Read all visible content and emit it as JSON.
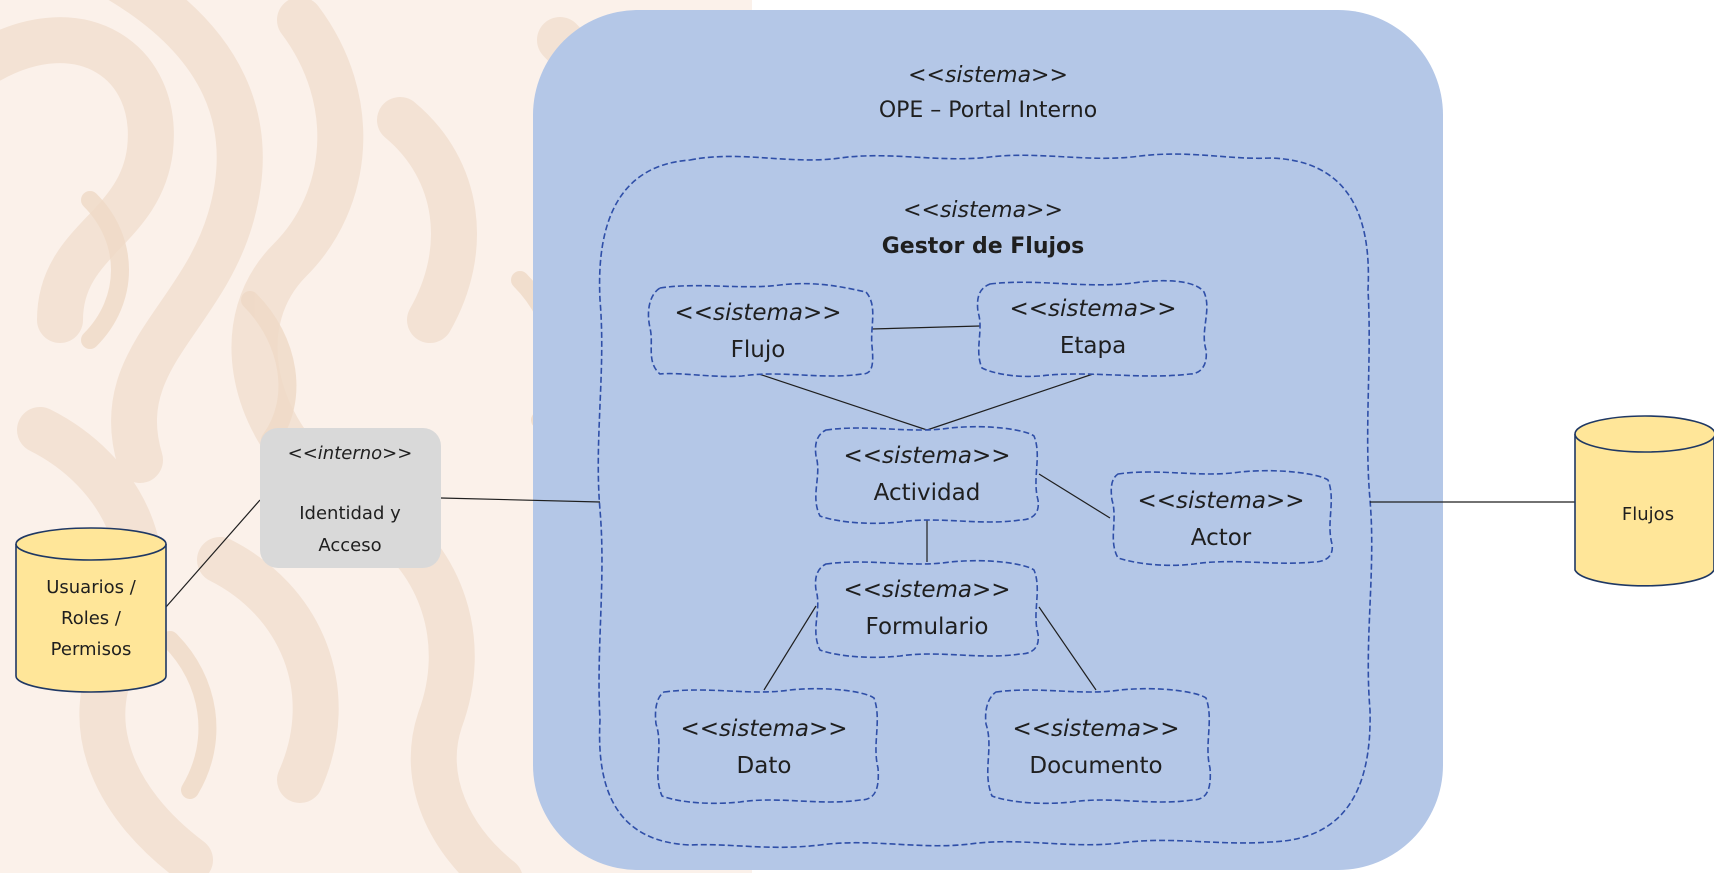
{
  "colors": {
    "system_fill": "#b4c7e7",
    "cloud_border": "#2f4fa8",
    "internal_fill": "#d9d9d9",
    "database_fill": "#ffe699",
    "background_pattern": "#f7e9dc"
  },
  "outer_system": {
    "stereotype": "<<sistema>>",
    "name": "OPE – Portal Interno"
  },
  "manager": {
    "stereotype": "<<sistema>>",
    "name": "Gestor de Flujos"
  },
  "components": {
    "flujo": {
      "stereotype": "<<sistema>>",
      "name": "Flujo"
    },
    "etapa": {
      "stereotype": "<<sistema>>",
      "name": "Etapa"
    },
    "actividad": {
      "stereotype": "<<sistema>>",
      "name": "Actividad"
    },
    "actor": {
      "stereotype": "<<sistema>>",
      "name": "Actor"
    },
    "formulario": {
      "stereotype": "<<sistema>>",
      "name": "Formulario"
    },
    "dato": {
      "stereotype": "<<sistema>>",
      "name": "Dato"
    },
    "documento": {
      "stereotype": "<<sistema>>",
      "name": "Documento"
    }
  },
  "identity": {
    "stereotype": "<<interno>>",
    "line1": "Identidad y",
    "line2": "Acceso"
  },
  "db_users": {
    "line1": "Usuarios /",
    "line2": "Roles /",
    "line3": "Permisos"
  },
  "db_flows": {
    "label": "Flujos"
  }
}
